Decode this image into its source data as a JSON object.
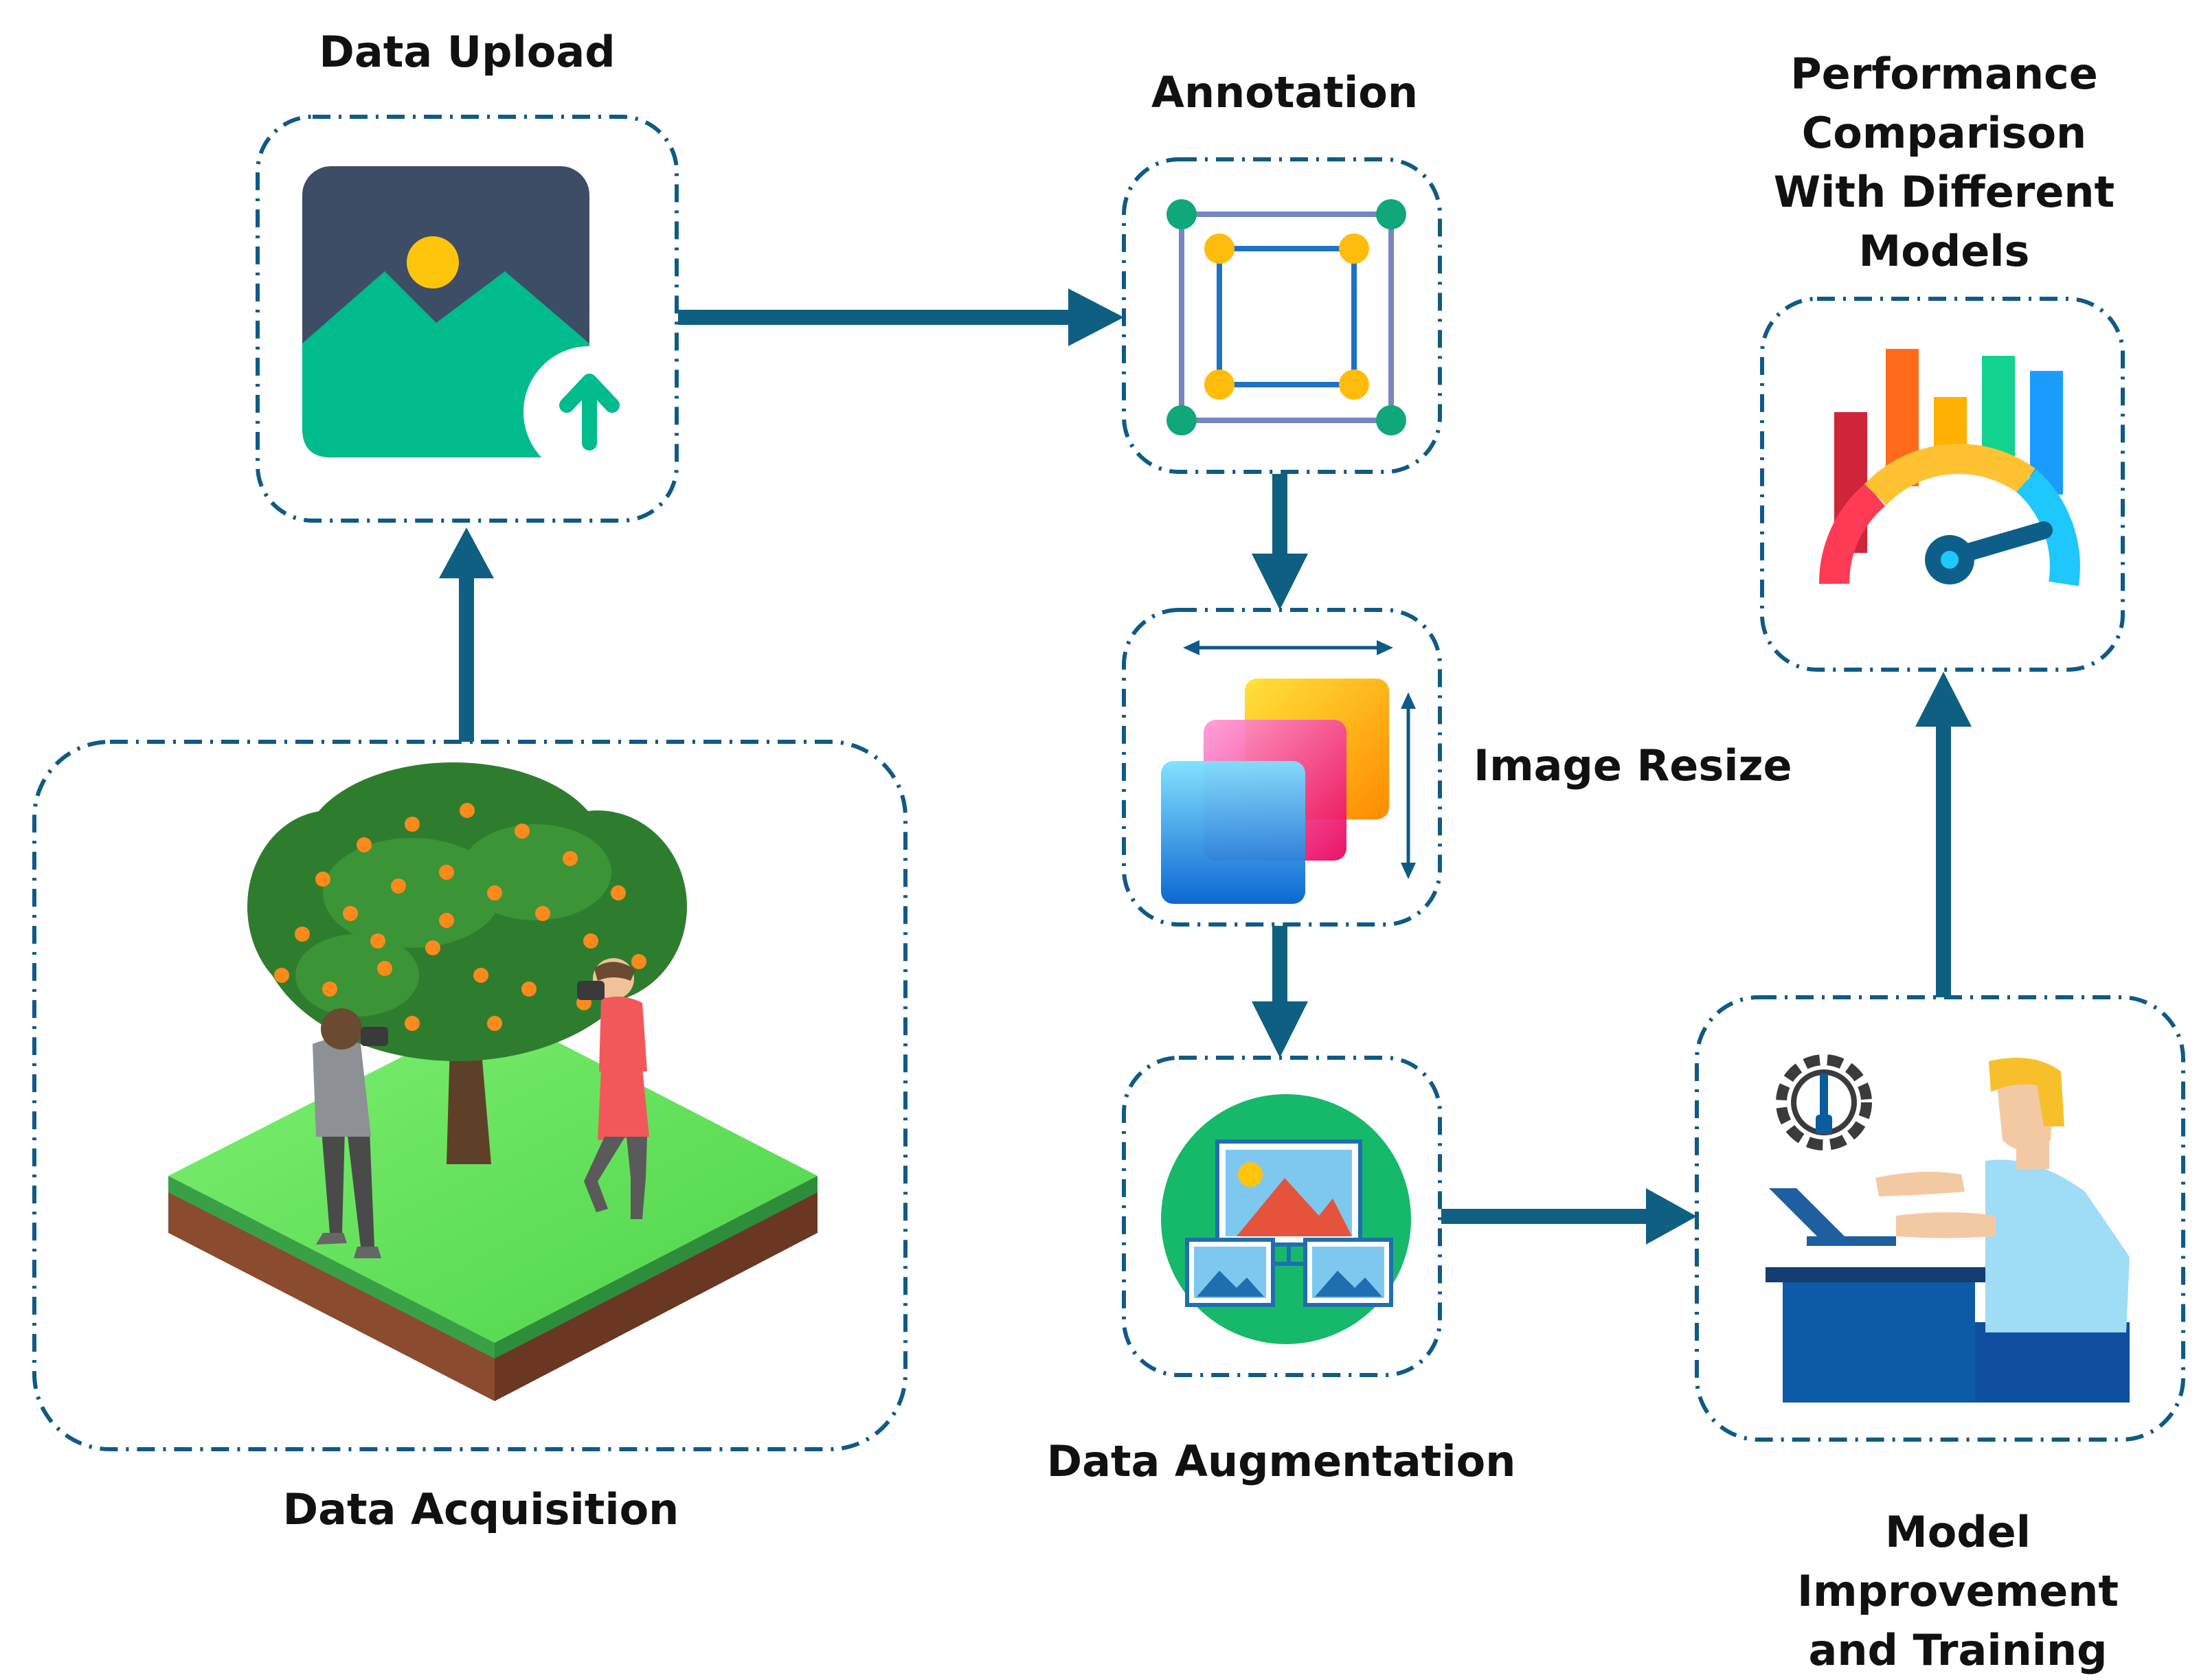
{
  "colors": {
    "frame": "#0f5a86",
    "arrow": "#0e5f82",
    "text": "#111111"
  },
  "steps": {
    "data_acquisition": {
      "label": "Data Acquisition",
      "icon": "orchard-people-camera-icon"
    },
    "data_upload": {
      "label": "Data Upload",
      "icon": "image-upload-icon"
    },
    "annotation": {
      "label": "Annotation",
      "icon": "bounding-box-icon"
    },
    "image_resize": {
      "label": "Image Resize",
      "icon": "resize-layers-icon"
    },
    "data_augmentation": {
      "label": "Data Augmentation",
      "icon": "image-augmentation-icon"
    },
    "model_training": {
      "label_line1": "Model Improvement",
      "label_line2": "and Training",
      "icon": "developer-training-icon"
    },
    "performance": {
      "label_line1": "Performance",
      "label_line2": "Comparison",
      "label_line3": "With Different",
      "label_line4": "Models",
      "icon": "gauge-chart-icon"
    }
  },
  "flow": [
    "data_acquisition->data_upload",
    "data_upload->annotation",
    "annotation->image_resize",
    "image_resize->data_augmentation",
    "data_augmentation->model_training",
    "model_training->performance"
  ]
}
